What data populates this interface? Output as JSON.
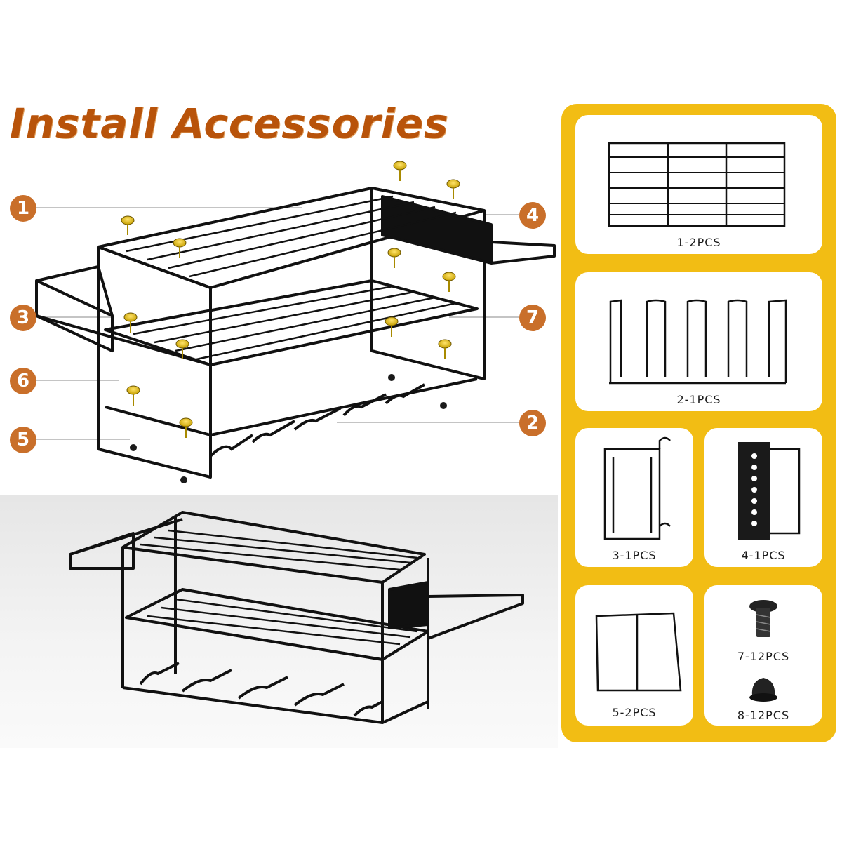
{
  "title": "Install Accessories",
  "accent_color": "#c96f2a",
  "panel_color": "#f2bd14",
  "callouts": [
    {
      "num": "1"
    },
    {
      "num": "3"
    },
    {
      "num": "6"
    },
    {
      "num": "5"
    },
    {
      "num": "4"
    },
    {
      "num": "7"
    },
    {
      "num": "2"
    }
  ],
  "parts": [
    {
      "label": "1-2PCS"
    },
    {
      "label": "2-1PCS"
    },
    {
      "label": "3-1PCS"
    },
    {
      "label": "4-1PCS"
    },
    {
      "label": "5-2PCS"
    },
    {
      "label": "7-12PCS"
    },
    {
      "label": "8-12PCS"
    }
  ]
}
